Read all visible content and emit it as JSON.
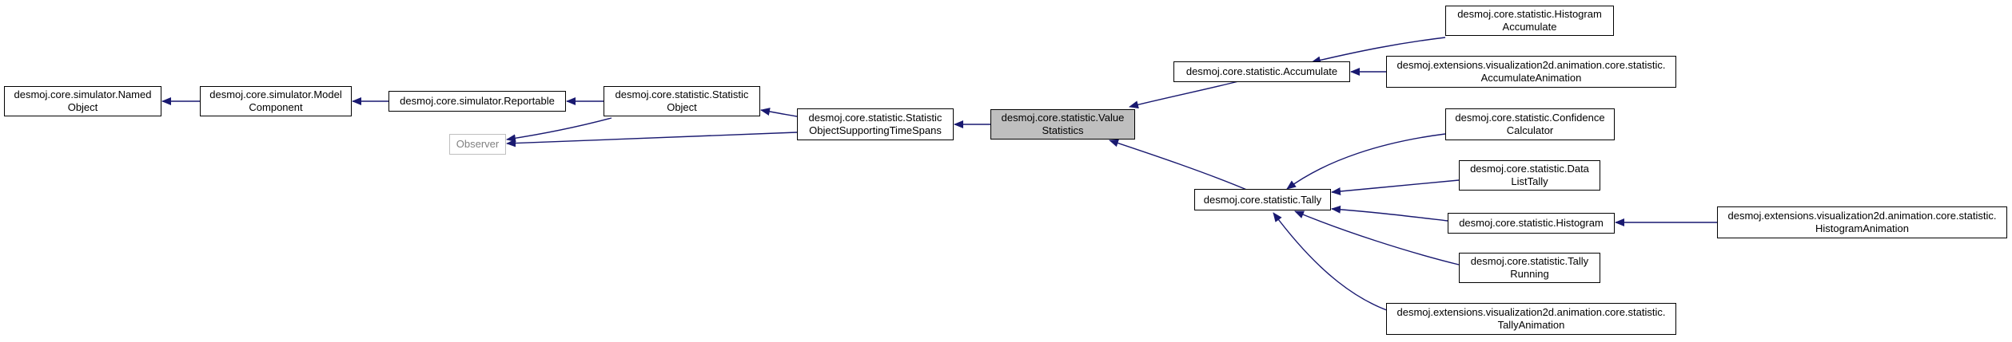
{
  "colors": {
    "edge": "#191970",
    "highlight_fill": "#bfbfbf",
    "external_border": "#bfbfbf",
    "external_text": "#808080"
  },
  "nodes": {
    "named_object": {
      "line1": "desmoj.core.simulator.Named",
      "line2": "Object"
    },
    "model_component": {
      "line1": "desmoj.core.simulator.Model",
      "line2": "Component"
    },
    "reportable": {
      "line1": "desmoj.core.simulator.Reportable"
    },
    "observer": {
      "line1": "Observer"
    },
    "statistic_object": {
      "line1": "desmoj.core.statistic.Statistic",
      "line2": "Object"
    },
    "statistic_object_time_spans": {
      "line1": "desmoj.core.statistic.Statistic",
      "line2": "ObjectSupportingTimeSpans"
    },
    "value_statistics": {
      "line1": "desmoj.core.statistic.Value",
      "line2": "Statistics"
    },
    "accumulate": {
      "line1": "desmoj.core.statistic.Accumulate"
    },
    "tally": {
      "line1": "desmoj.core.statistic.Tally"
    },
    "histogram_accumulate": {
      "line1": "desmoj.core.statistic.Histogram",
      "line2": "Accumulate"
    },
    "accumulate_animation": {
      "line1": "desmoj.extensions.visualization2d.animation.core.statistic.",
      "line2": "AccumulateAnimation"
    },
    "confidence_calculator": {
      "line1": "desmoj.core.statistic.Confidence",
      "line2": "Calculator"
    },
    "data_list_tally": {
      "line1": "desmoj.core.statistic.Data",
      "line2": "ListTally"
    },
    "histogram": {
      "line1": "desmoj.core.statistic.Histogram"
    },
    "histogram_animation": {
      "line1": "desmoj.extensions.visualization2d.animation.core.statistic.",
      "line2": "HistogramAnimation"
    },
    "tally_running": {
      "line1": "desmoj.core.statistic.Tally",
      "line2": "Running"
    },
    "tally_animation": {
      "line1": "desmoj.extensions.visualization2d.animation.core.statistic.",
      "line2": "TallyAnimation"
    }
  }
}
